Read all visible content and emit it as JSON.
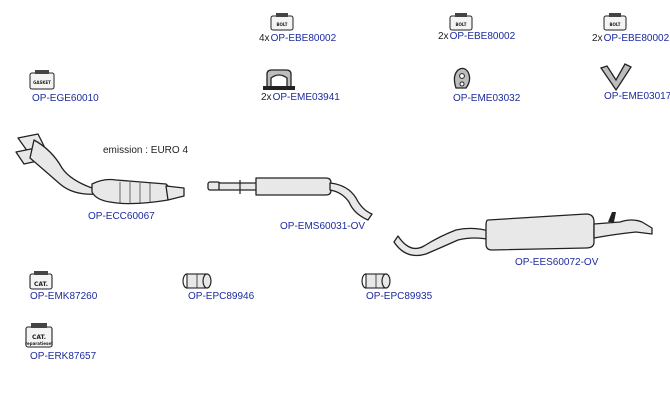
{
  "note": "emission : EURO 4",
  "parts": [
    {
      "id": "ebe80002_a",
      "qty": "4x",
      "code": "OP-EBE80002",
      "icon_text": "BOLT"
    },
    {
      "id": "ebe80002_b",
      "qty": "2x",
      "code": "OP-EBE80002",
      "icon_text": "BOLT"
    },
    {
      "id": "ebe80002_c",
      "qty": "2x",
      "code": "OP-EBE80002",
      "icon_text": "BOLT"
    },
    {
      "id": "ege60010",
      "qty": "",
      "code": "OP-EGE60010",
      "icon_text": "GASKET"
    },
    {
      "id": "eme03941",
      "qty": "2x",
      "code": "OP-EME03941",
      "icon_text": ""
    },
    {
      "id": "eme03032",
      "qty": "",
      "code": "OP-EME03032",
      "icon_text": ""
    },
    {
      "id": "eme03017",
      "qty": "",
      "code": "OP-EME03017",
      "icon_text": ""
    },
    {
      "id": "ecc60067",
      "qty": "",
      "code": "OP-ECC60067",
      "icon_text": ""
    },
    {
      "id": "ems60031",
      "qty": "",
      "code": "OP-EMS60031-OV",
      "icon_text": ""
    },
    {
      "id": "ees60072",
      "qty": "",
      "code": "OP-EES60072-OV",
      "icon_text": ""
    },
    {
      "id": "emk87260",
      "qty": "",
      "code": "OP-EMK87260",
      "icon_text": "CAT."
    },
    {
      "id": "epc89946",
      "qty": "",
      "code": "OP-EPC89946",
      "icon_text": ""
    },
    {
      "id": "epc89935",
      "qty": "",
      "code": "OP-EPC89935",
      "icon_text": ""
    },
    {
      "id": "erk87657",
      "qty": "",
      "code": "OP-ERK87657",
      "icon_text": "CAT.",
      "icon_subtext": "reparatieset"
    }
  ],
  "colors": {
    "label": "#1c2b9e",
    "text": "#222222",
    "line": "#222222"
  }
}
